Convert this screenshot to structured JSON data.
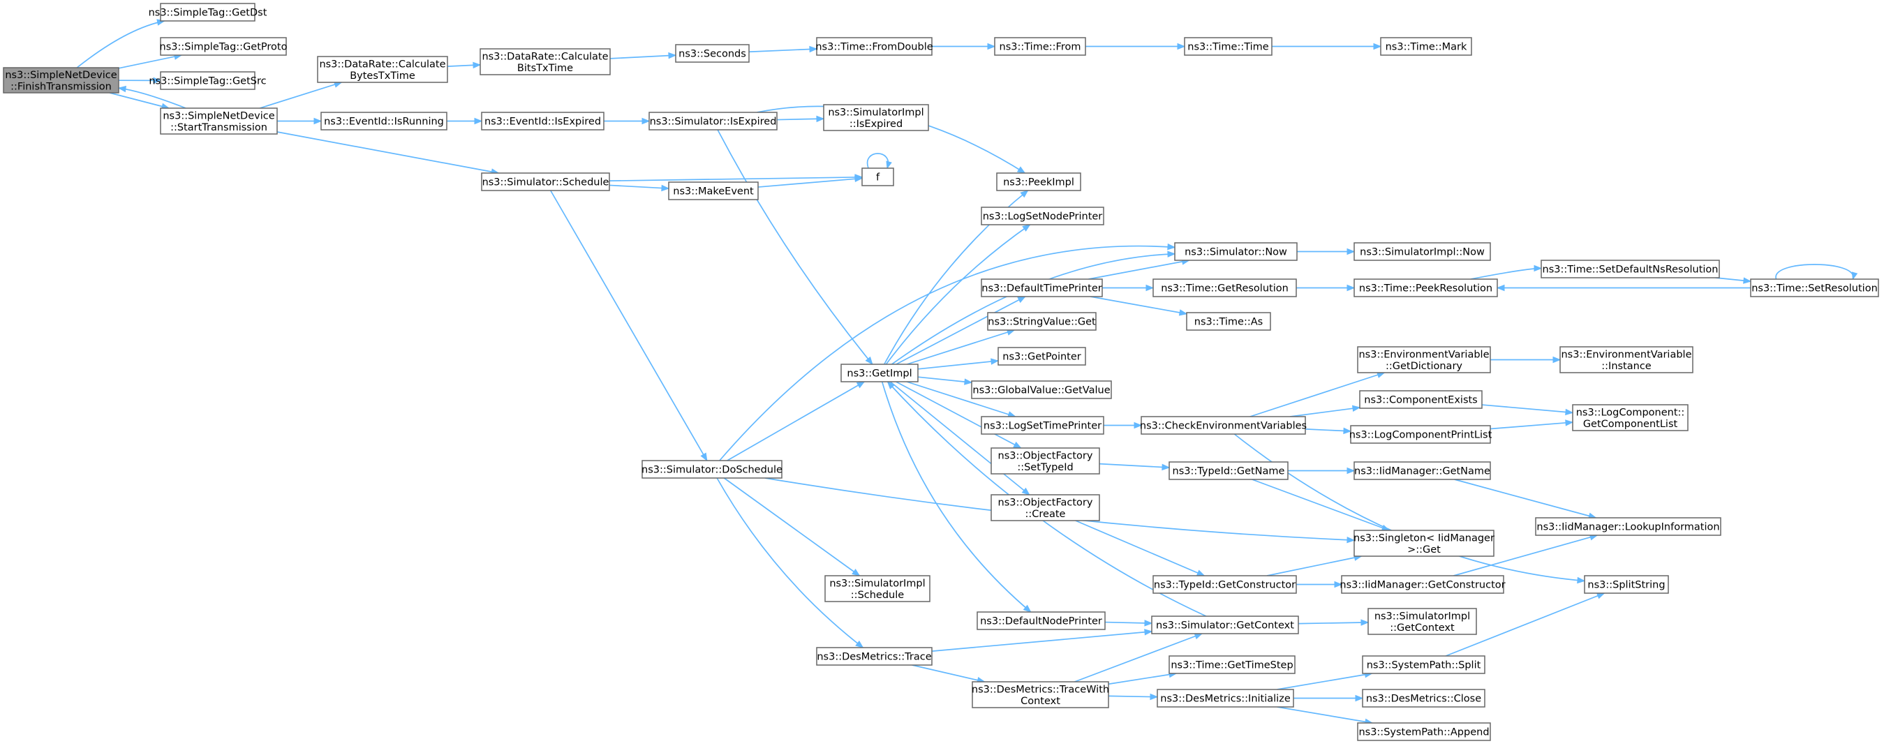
{
  "graph": {
    "title": "",
    "edge_color": "#63b8ff",
    "node_border_color": "#666666",
    "root_fill_color": "#999999",
    "nodes": [
      {
        "id": "finish",
        "lines": [
          "ns3::SimpleNetDevice",
          "::FinishTransmission"
        ],
        "root": true
      },
      {
        "id": "getdst",
        "lines": [
          "ns3::SimpleTag::GetDst"
        ]
      },
      {
        "id": "getproto",
        "lines": [
          "ns3::SimpleTag::GetProto"
        ]
      },
      {
        "id": "getsrc",
        "lines": [
          "ns3::SimpleTag::GetSrc"
        ]
      },
      {
        "id": "start",
        "lines": [
          "ns3::SimpleNetDevice",
          "::StartTransmission"
        ]
      },
      {
        "id": "calcbytes",
        "lines": [
          "ns3::DataRate::Calculate",
          "BytesTxTime"
        ]
      },
      {
        "id": "calcbits",
        "lines": [
          "ns3::DataRate::Calculate",
          "BitsTxTime"
        ]
      },
      {
        "id": "seconds",
        "lines": [
          "ns3::Seconds"
        ]
      },
      {
        "id": "fromdouble",
        "lines": [
          "ns3::Time::FromDouble"
        ]
      },
      {
        "id": "from",
        "lines": [
          "ns3::Time::From"
        ]
      },
      {
        "id": "timetime",
        "lines": [
          "ns3::Time::Time"
        ]
      },
      {
        "id": "mark",
        "lines": [
          "ns3::Time::Mark"
        ]
      },
      {
        "id": "isrunning",
        "lines": [
          "ns3::EventId::IsRunning"
        ]
      },
      {
        "id": "eventisexpired",
        "lines": [
          "ns3::EventId::IsExpired"
        ]
      },
      {
        "id": "simisexpired",
        "lines": [
          "ns3::Simulator::IsExpired"
        ]
      },
      {
        "id": "implisexpired",
        "lines": [
          "ns3::SimulatorImpl",
          "::IsExpired"
        ]
      },
      {
        "id": "schedule",
        "lines": [
          "ns3::Simulator::Schedule"
        ]
      },
      {
        "id": "makeevent",
        "lines": [
          "ns3::MakeEvent"
        ]
      },
      {
        "id": "f",
        "lines": [
          "f"
        ]
      },
      {
        "id": "peekimpl",
        "lines": [
          "ns3::PeekImpl"
        ]
      },
      {
        "id": "lognodeprinter",
        "lines": [
          "ns3::LogSetNodePrinter"
        ]
      },
      {
        "id": "simnow",
        "lines": [
          "ns3::Simulator::Now"
        ]
      },
      {
        "id": "implnow",
        "lines": [
          "ns3::SimulatorImpl::Now"
        ]
      },
      {
        "id": "deftimeprinter",
        "lines": [
          "ns3::DefaultTimePrinter"
        ]
      },
      {
        "id": "getresolution",
        "lines": [
          "ns3::Time::GetResolution"
        ]
      },
      {
        "id": "peekres",
        "lines": [
          "ns3::Time::PeekResolution"
        ]
      },
      {
        "id": "setdefns",
        "lines": [
          "ns3::Time::SetDefaultNsResolution"
        ]
      },
      {
        "id": "setres",
        "lines": [
          "ns3::Time::SetResolution"
        ]
      },
      {
        "id": "timeas",
        "lines": [
          "ns3::Time::As"
        ]
      },
      {
        "id": "stringget",
        "lines": [
          "ns3::StringValue::Get"
        ]
      },
      {
        "id": "getpointer",
        "lines": [
          "ns3::GetPointer"
        ]
      },
      {
        "id": "getimpl",
        "lines": [
          "ns3::GetImpl"
        ]
      },
      {
        "id": "globalget",
        "lines": [
          "ns3::GlobalValue::GetValue"
        ]
      },
      {
        "id": "envdict",
        "lines": [
          "ns3::EnvironmentVariable",
          "::GetDictionary"
        ]
      },
      {
        "id": "envinst",
        "lines": [
          "ns3::EnvironmentVariable",
          "::Instance"
        ]
      },
      {
        "id": "compexists",
        "lines": [
          "ns3::ComponentExists"
        ]
      },
      {
        "id": "logtimeprinter",
        "lines": [
          "ns3::LogSetTimePrinter"
        ]
      },
      {
        "id": "checkenv",
        "lines": [
          "ns3::CheckEnvironmentVariables"
        ]
      },
      {
        "id": "logcomplist",
        "lines": [
          "ns3::LogComponentPrintList"
        ]
      },
      {
        "id": "getcomplist",
        "lines": [
          "ns3::LogComponent::",
          "GetComponentList"
        ]
      },
      {
        "id": "settypeid",
        "lines": [
          "ns3::ObjectFactory",
          "::SetTypeId"
        ]
      },
      {
        "id": "typegetname",
        "lines": [
          "ns3::TypeId::GetName"
        ]
      },
      {
        "id": "iidgetname",
        "lines": [
          "ns3::IidManager::GetName"
        ]
      },
      {
        "id": "dosched",
        "lines": [
          "ns3::Simulator::DoSchedule"
        ]
      },
      {
        "id": "ofcreate",
        "lines": [
          "ns3::ObjectFactory",
          "::Create"
        ]
      },
      {
        "id": "lookup",
        "lines": [
          "ns3::IidManager::LookupInformation"
        ]
      },
      {
        "id": "singleton",
        "lines": [
          "ns3::Singleton< IidManager",
          " >::Get"
        ]
      },
      {
        "id": "typegetctor",
        "lines": [
          "ns3::TypeId::GetConstructor"
        ]
      },
      {
        "id": "iidgetctor",
        "lines": [
          "ns3::IidManager::GetConstructor"
        ]
      },
      {
        "id": "splitstring",
        "lines": [
          "ns3::SplitString"
        ]
      },
      {
        "id": "implschedule",
        "lines": [
          "ns3::SimulatorImpl",
          "::Schedule"
        ]
      },
      {
        "id": "defnodeprinter",
        "lines": [
          "ns3::DefaultNodePrinter"
        ]
      },
      {
        "id": "simgetctx",
        "lines": [
          "ns3::Simulator::GetContext"
        ]
      },
      {
        "id": "implgetctx",
        "lines": [
          "ns3::SimulatorImpl",
          "::GetContext"
        ]
      },
      {
        "id": "destrace",
        "lines": [
          "ns3::DesMetrics::Trace"
        ]
      },
      {
        "id": "gettimestep",
        "lines": [
          "ns3::Time::GetTimeStep"
        ]
      },
      {
        "id": "pathsplit",
        "lines": [
          "ns3::SystemPath::Split"
        ]
      },
      {
        "id": "tracewithctx",
        "lines": [
          "ns3::DesMetrics::TraceWith",
          "Context"
        ]
      },
      {
        "id": "desinit",
        "lines": [
          "ns3::DesMetrics::Initialize"
        ]
      },
      {
        "id": "desclose",
        "lines": [
          "ns3::DesMetrics::Close"
        ]
      },
      {
        "id": "pathappend",
        "lines": [
          "ns3::SystemPath::Append"
        ]
      }
    ]
  }
}
